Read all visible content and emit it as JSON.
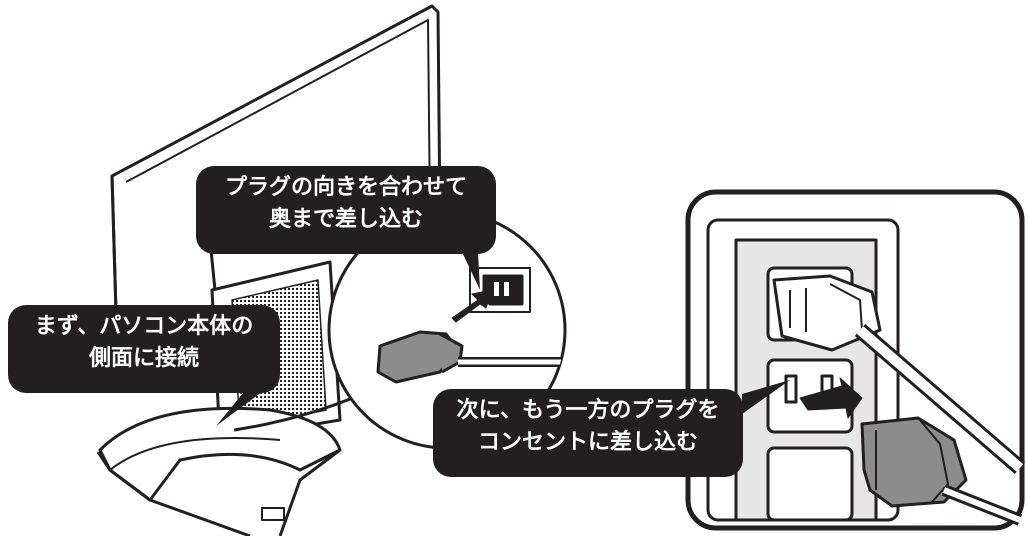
{
  "callouts": {
    "plug_direction": {
      "line1": "プラグの向きを合わせて",
      "line2": "奥まで差し込む"
    },
    "side_connect": {
      "line1": "まず、パソコン本体の",
      "line2": "側面に接続"
    },
    "outlet_insert": {
      "line1": "次に、もう一方のプラグを",
      "line2": "コンセントに差し込む"
    }
  },
  "colors": {
    "callout_bg": "#231f20",
    "callout_text": "#ffffff",
    "line": "#231f20",
    "plug_fill": "#8c8c8c",
    "panel_fill": "#e6e6e6"
  }
}
